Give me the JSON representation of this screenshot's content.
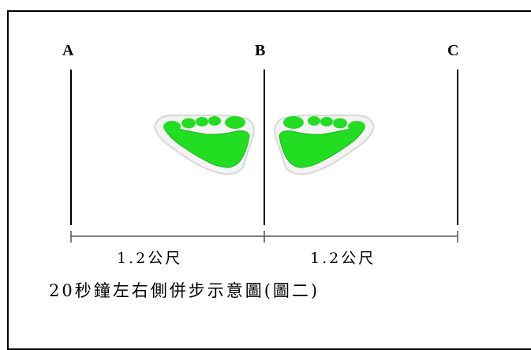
{
  "points": {
    "a": "A",
    "b": "B",
    "c": "C"
  },
  "distances": {
    "left": "1.2公尺",
    "right": "1.2公尺"
  },
  "caption": "20秒鐘左右側併步示意圖(圖二)",
  "colors": {
    "foot": "#22dd22",
    "foot_outline": "#cfcfcf",
    "line": "#000000"
  },
  "icons": {
    "left": "left-footprint-icon",
    "right": "right-footprint-icon"
  }
}
